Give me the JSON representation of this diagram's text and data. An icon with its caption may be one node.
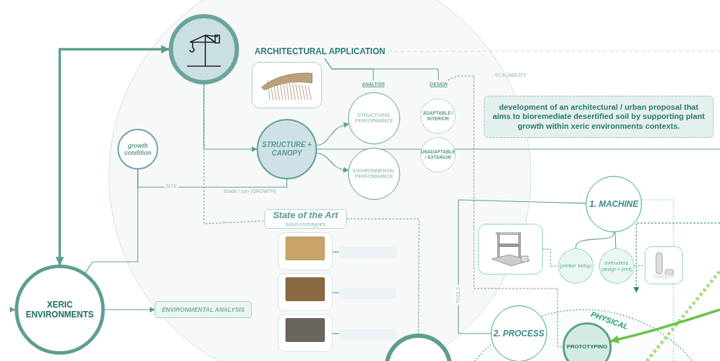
{
  "diagram": {
    "nodes": [
      {
        "text": [],
        "shape": "picture"
      },
      {
        "text": [
          "ARCHITECTURAL APPLICATION"
        ]
      },
      {
        "text": [],
        "shape": "picture"
      },
      {
        "text": [
          "ANALYSIS"
        ]
      },
      {
        "text": [
          "DESIGN"
        ]
      },
      {
        "text": [
          "STRUCTURAL PERFORMANCE"
        ]
      },
      {
        "text": [
          "ADAPTABLE / INTERIOR"
        ]
      },
      {
        "text": [
          "UNADAPTABLE / EXTERIOR"
        ]
      },
      {
        "text": [
          "STRUCTURE + CANOPY"
        ]
      },
      {
        "text": [
          "ENVIRONMENTAL PERFORMANCE"
        ]
      },
      {
        "text": [
          "development of an architectural / urban proposal that aims to bioremediate desertified soil by supporting plant growth within xeric environments contexts."
        ]
      },
      {
        "text": [
          "growth condition"
        ]
      },
      {
        "text": [
          "State of the Art",
          "sand prototypes"
        ]
      },
      {
        "text": [],
        "shape": "picture"
      },
      {
        "text": [],
        "shape": "box"
      },
      {
        "text": [],
        "shape": "picture"
      },
      {
        "text": [],
        "shape": "box"
      },
      {
        "text": [],
        "shape": "picture"
      },
      {
        "text": [],
        "shape": "box"
      },
      {
        "text": [
          "XERIC ENVIRONMENTS"
        ]
      },
      {
        "text": [
          "ENVIRONMENTAL ANALYSIS"
        ]
      },
      {
        "text": [
          "1. MACHINE"
        ]
      },
      {
        "text": [],
        "shape": "picture"
      },
      {
        "text": [
          "printer setup"
        ]
      },
      {
        "text": [
          "extruders",
          "(design + print)"
        ]
      },
      {
        "text": [],
        "shape": "picture"
      },
      {
        "text": [
          "2. PROCESS"
        ]
      },
      {
        "text": [
          "PROTOTYPING"
        ]
      },
      {
        "text": [],
        "shape": "circle"
      }
    ],
    "edges": [
      {
        "from": 0,
        "to": 19,
        "arrow": "both",
        "style": "thick"
      },
      {
        "from": null,
        "to": 19,
        "arrow": "to"
      },
      {
        "from": 19,
        "to": 20,
        "arrow": "to"
      },
      {
        "from": 19,
        "to": 11,
        "arrow": "none"
      },
      {
        "from": 11,
        "to": 8,
        "arrow": "none",
        "label": "SITE"
      },
      {
        "from": 0,
        "to": 8,
        "arrow": "to"
      },
      {
        "from": 8,
        "to": 5,
        "arrow": "to"
      },
      {
        "from": 8,
        "to": 9,
        "arrow": "to"
      },
      {
        "from": 8,
        "to": null,
        "arrow": "none"
      },
      {
        "from": 1,
        "to": 3,
        "arrow": "none"
      },
      {
        "from": 1,
        "to": 4,
        "arrow": "none"
      },
      {
        "from": 0,
        "to": 12,
        "arrow": "none",
        "style": "dashed"
      },
      {
        "from": 13,
        "to": 14,
        "arrow": "none"
      },
      {
        "from": 15,
        "to": 16,
        "arrow": "none"
      },
      {
        "from": 17,
        "to": 18,
        "arrow": "none"
      },
      {
        "from": 21,
        "to": 23,
        "arrow": "none"
      },
      {
        "from": 21,
        "to": 24,
        "arrow": "none"
      },
      {
        "from": 22,
        "to": 23,
        "arrow": "none",
        "style": "dashed"
      },
      {
        "from": 24,
        "to": 25,
        "arrow": "none",
        "style": "dashed"
      },
      {
        "from": 21,
        "to": 26,
        "arrow": "none",
        "label": "TOOLS"
      },
      {
        "from": null,
        "to": 27,
        "arrow": "to",
        "style": "thick",
        "color": "#6cc24a"
      },
      {
        "from": 4,
        "to": 27,
        "arrow": "none",
        "style": "dashed",
        "label": "SCALABILITY"
      },
      {
        "from": 12,
        "to": 28,
        "arrow": "none",
        "style": "dashed"
      }
    ],
    "labels": [
      "shade / sun (GROWTH)",
      "PHYSICAL"
    ]
  }
}
